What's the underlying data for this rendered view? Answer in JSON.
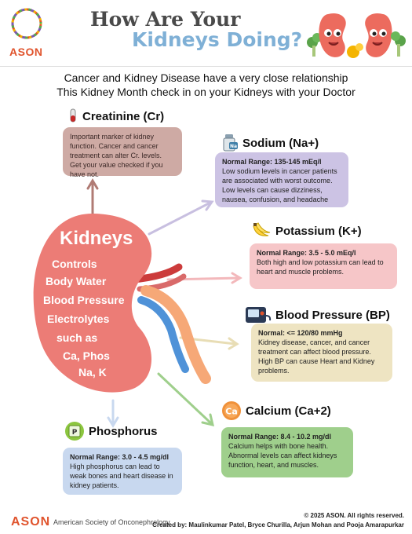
{
  "header": {
    "logo_text": "ASON",
    "title_line1": "How Are Your",
    "title_line2": "Kidneys Doing?"
  },
  "intro": {
    "line1": "Cancer and Kidney Disease have a very close relationship",
    "line2": "This Kidney Month check in on your Kidneys with your Doctor"
  },
  "kidney": {
    "title": "Kidneys",
    "lines": [
      "Controls",
      "Body Water",
      "Blood Pressure",
      "Electrolytes",
      "such as",
      "Ca, Phos",
      "Na, K"
    ]
  },
  "sections": {
    "creatinine": {
      "heading": "Creatinine (Cr)",
      "icon": "test-tube-icon",
      "normal": "",
      "text": "Important marker of kidney function. Cancer and cancer treatment can alter Cr. levels. Get your value checked if you have not."
    },
    "sodium": {
      "heading": "Sodium (Na+)",
      "icon": "salt-shaker-icon",
      "normal": "Normal Range: 135-145 mEq/l",
      "text": "Low sodium levels in cancer patients are associated with worst outcome. Low levels can cause dizziness, nausea, confusion, and headache"
    },
    "potassium": {
      "heading": "Potassium (K+)",
      "icon": "banana-icon",
      "normal": "Normal Range: 3.5 - 5.0 mEq/l",
      "text": "Both high and low potassium can lead to heart and muscle problems."
    },
    "blood_pressure": {
      "heading": "Blood Pressure (BP)",
      "icon": "blood-pressure-monitor-icon",
      "normal": "Normal:  <= 120/80 mmHg",
      "text": "Kidney disease, cancer, and cancer treatment can affect blood pressure. High BP can cause Heart and Kidney problems."
    },
    "calcium": {
      "heading": "Calcium (Ca+2)",
      "icon": "calcium-icon",
      "icon_text": "Ca",
      "normal": "Normal Range: 8.4 - 10.2 mg/dl",
      "text": "Calcium helps with bone health. Abnormal levels can affect kidneys function, heart, and muscles."
    },
    "phosphorus": {
      "heading": "Phosphorus",
      "icon": "phosphorus-icon",
      "icon_text": "P",
      "normal": "Normal Range: 3.0 - 4.5 mg/dl",
      "text": "High phosphorus can lead to weak bones and heart disease in kidney patients."
    }
  },
  "footer": {
    "logo_text": "ASON",
    "org_name": "American Society of Onconephrology",
    "copyright": "© 2025 ASON. All rights reserved.",
    "credits": "Created by: Maulinkumar Patel, Bryce Churilla, Arjun Mohan and Pooja Amarapurkar"
  },
  "colors": {
    "kidney": "#ec7c76",
    "title_blue": "#7fb0d6",
    "ason_orange": "#e0532c"
  }
}
